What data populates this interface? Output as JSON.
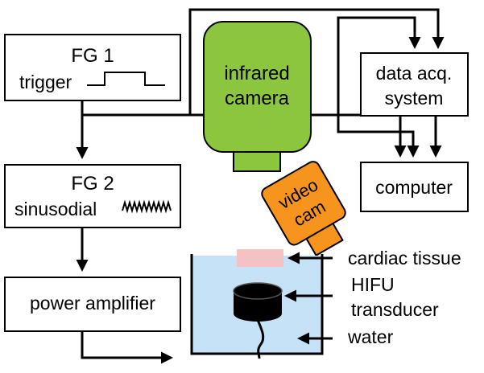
{
  "fg1": {
    "title": "FG 1",
    "subtitle": "trigger"
  },
  "fg2": {
    "title": "FG 2",
    "subtitle": "sinusodial"
  },
  "amplifier": {
    "label": "power amplifier"
  },
  "daq": {
    "line1": "data acq.",
    "line2": "system"
  },
  "computer": {
    "label": "computer"
  },
  "ir_camera": {
    "line1": "infrared",
    "line2": "camera",
    "color": "#8cc63f"
  },
  "video_cam": {
    "line1": "video",
    "line2": "cam",
    "color": "#f7941d"
  },
  "labels": {
    "tissue": "cardiac tissue",
    "hifu1": "HIFU",
    "hifu2": "transducer",
    "water": "water"
  },
  "colors": {
    "water": "#c6e2f7",
    "tissue": "#f4c2c2",
    "transducer": "#000000"
  }
}
